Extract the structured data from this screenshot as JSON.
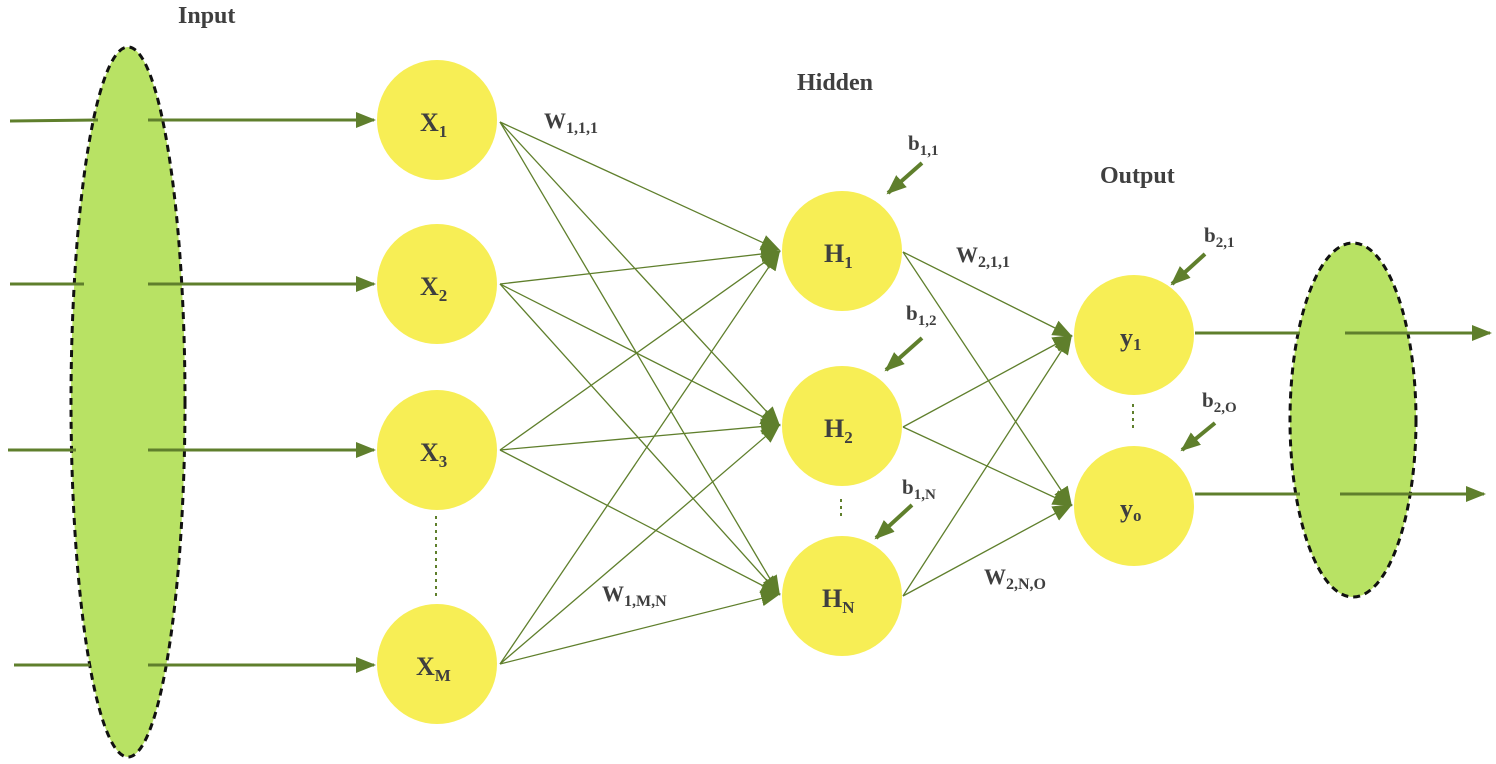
{
  "colors": {
    "line": "#5f7f2c",
    "arrow": "#5f7f2c",
    "node_fill": "#f7ee55",
    "ellipse_fill": "#b8e264",
    "ellipse_stroke": "#111111",
    "dotted": "#5f7f2c",
    "text": "#3f3f3f"
  },
  "layers": {
    "input": "Input",
    "hidden": "Hidden",
    "output": "Output"
  },
  "nodes": {
    "input": [
      {
        "base": "X",
        "sub": "1"
      },
      {
        "base": "X",
        "sub": "2"
      },
      {
        "base": "X",
        "sub": "3"
      },
      {
        "base": "X",
        "sub": "M"
      }
    ],
    "hidden": [
      {
        "base": "H",
        "sub": "1"
      },
      {
        "base": "H",
        "sub": "2"
      },
      {
        "base": "H",
        "sub": "N"
      }
    ],
    "output": [
      {
        "base": "y",
        "sub": "1"
      },
      {
        "base": "y",
        "sub": "o"
      }
    ]
  },
  "weights": {
    "w111": {
      "base": "W",
      "sub": "1,1,1"
    },
    "w1mn": {
      "base": "W",
      "sub": "1,M,N"
    },
    "w211": {
      "base": "W",
      "sub": "2,1,1"
    },
    "w2no": {
      "base": "W",
      "sub": "2,N,O"
    }
  },
  "biases": {
    "b11": {
      "base": "b",
      "sub": "1,1"
    },
    "b12": {
      "base": "b",
      "sub": "1,2"
    },
    "b1n": {
      "base": "b",
      "sub": "1,N"
    },
    "b21": {
      "base": "b",
      "sub": "2,1"
    },
    "b2o": {
      "base": "b",
      "sub": "2,O"
    }
  }
}
